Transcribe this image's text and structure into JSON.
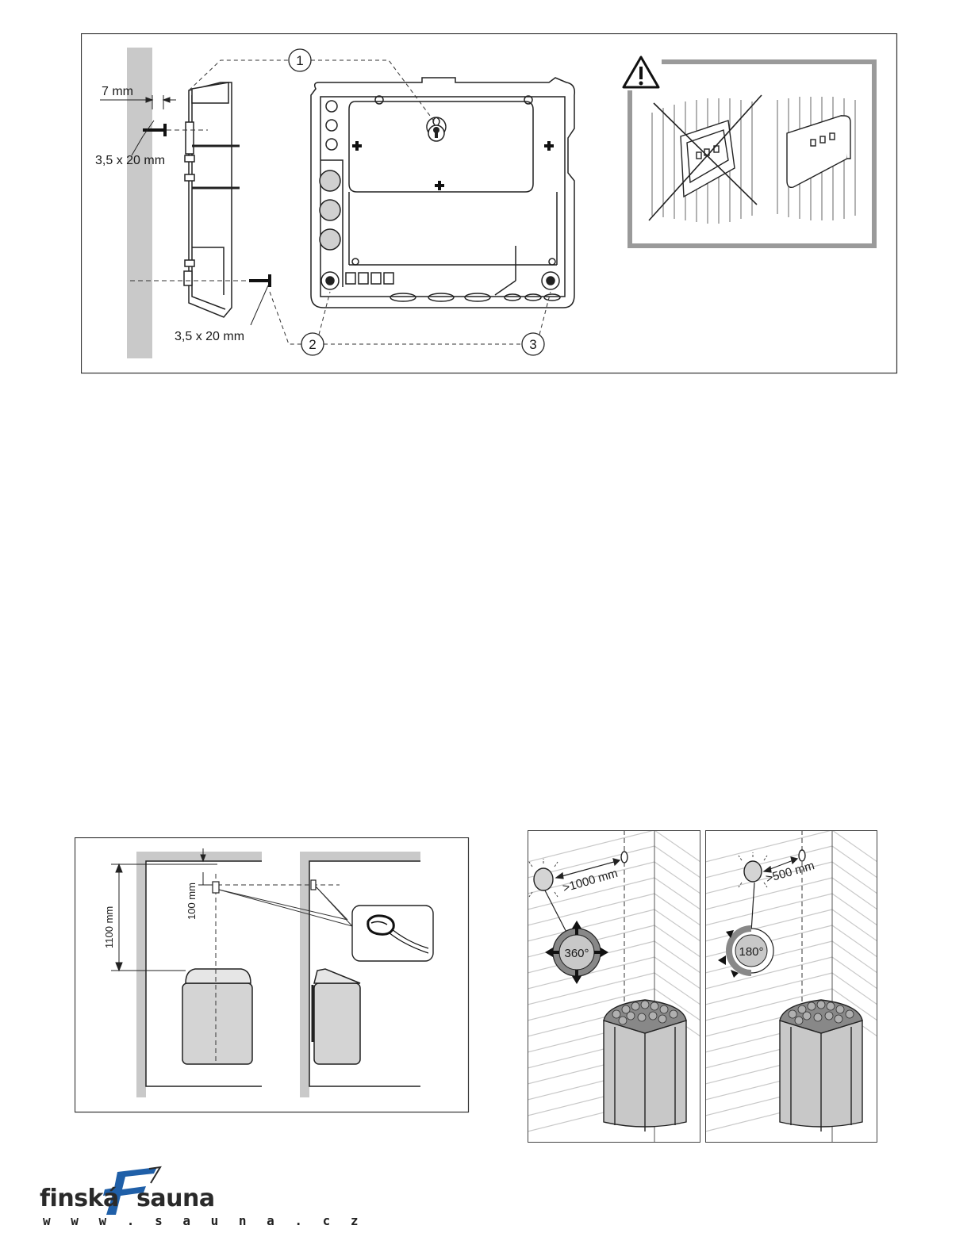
{
  "figure_top": {
    "dim_gap": "7 mm",
    "screw_top": "3,5 x 20 mm",
    "screw_bottom": "3,5 x 20 mm",
    "callouts": [
      "1",
      "2",
      "3"
    ]
  },
  "figure_sensor": {
    "dim_total": "1100 mm",
    "dim_ceiling": "100 mm"
  },
  "figure_lamp": {
    "left": {
      "distance": ">1000 mm",
      "angle": "360°"
    },
    "right": {
      "distance": ">500 mm",
      "angle": "180°"
    }
  },
  "logo": {
    "word_left": "finská",
    "word_right": "sauna",
    "url": "w w w . s a u n a . c z",
    "colors": {
      "mark": "#1f5fa8",
      "text": "#2a2a2a"
    }
  }
}
